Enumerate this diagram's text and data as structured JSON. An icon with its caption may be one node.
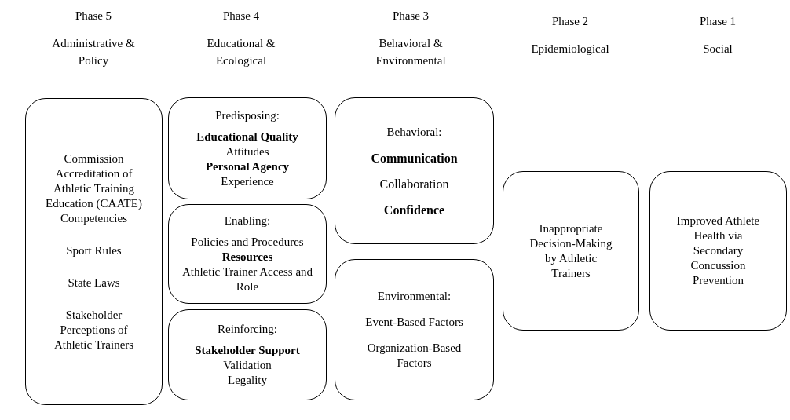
{
  "diagram": {
    "nodes": [
      {
        "text": [
          "Commission Accreditation of Athletic Training Education (CAATE) Competencies",
          "Sport Rules",
          "State Laws",
          "Stakeholder Perceptions of Athletic Trainers"
        ]
      },
      {
        "text": [
          "Predisposing:",
          "Educational Quality",
          "Attitudes",
          "Personal Agency",
          "Experience"
        ]
      },
      {
        "text": [
          "Enabling:",
          "Policies and Procedures",
          "Resources",
          "Athletic Trainer Access and Role"
        ]
      },
      {
        "text": [
          "Reinforcing:",
          "Stakeholder Support",
          "Validation",
          "Legality"
        ]
      },
      {
        "text": [
          "Behavioral:",
          "Communication",
          "Collaboration",
          "Confidence"
        ]
      },
      {
        "text": [
          "Environmental:",
          "Event-Based Factors",
          "Organization-Based Factors"
        ]
      },
      {
        "text": [
          "Inappropriate Decision-Making by Athletic Trainers"
        ]
      },
      {
        "text": [
          "Improved Athlete Health via Secondary Concussion Prevention"
        ]
      }
    ],
    "labels": [
      "Phase 5",
      "Phase 4",
      "Phase 3",
      "Phase 2",
      "Phase 1",
      "Administrative & Policy",
      "Educational & Ecological",
      "Behavioral & Environmental",
      "Epidemiological",
      "Social"
    ]
  }
}
